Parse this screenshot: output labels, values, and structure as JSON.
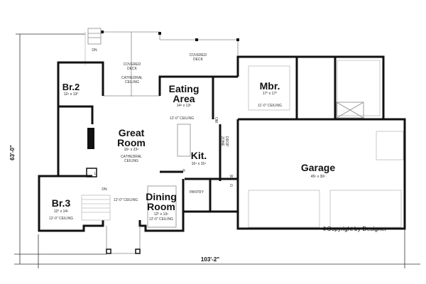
{
  "rooms": {
    "br2": {
      "name": "Br.2",
      "size": "12⁹ x 13⁰"
    },
    "br3": {
      "name": "Br.3",
      "size": "12⁰ x 14⁹",
      "ceiling": "12'-0\" CEILING"
    },
    "great_room": {
      "name1": "Great",
      "name2": "Room",
      "size": "16⁹ x 23⁹",
      "ceiling1": "CATHEDRAL",
      "ceiling2": "CEILING"
    },
    "eating_area": {
      "name1": "Eating",
      "name2": "Area",
      "size": "14⁹ x 13⁶",
      "ceiling": "12'-0\" CEILING"
    },
    "kitchen": {
      "name": "Kit.",
      "size": "16⁴ x 15⁴"
    },
    "mbr": {
      "name": "Mbr.",
      "size": "17⁰ x 17⁰",
      "ceiling": "11'-0\" CEILING"
    },
    "garage": {
      "name": "Garage",
      "size": "45⁶ x 30⁶"
    },
    "dining_room": {
      "name1": "Dining",
      "name2": "Room",
      "size": "12⁰ x 13⁹",
      "ceiling": "12'-0\" CEILING"
    },
    "covered_deck_left": {
      "name1": "COVERED",
      "name2": "DECK",
      "ceiling1": "CATHEDRAL",
      "ceiling2": "CEILING"
    },
    "covered_deck_right": {
      "name1": "COVERED",
      "name2": "DECK"
    },
    "pantry": {
      "name": "PANTRY"
    },
    "foyer": {
      "ceiling": "12'-0\" CEILING"
    },
    "drop_zone": {
      "name1": "DROP",
      "name2": "ZONE"
    }
  },
  "labels": {
    "dn_top": "DN",
    "dn_stairs": "DN",
    "linen": "L",
    "om": "OM",
    "refrigerator": "R",
    "washer": "W",
    "dryer": "D"
  },
  "dimensions": {
    "depth": "63'-0\"",
    "width": "103'-2\""
  },
  "copyright": "©Copyright by Designer"
}
